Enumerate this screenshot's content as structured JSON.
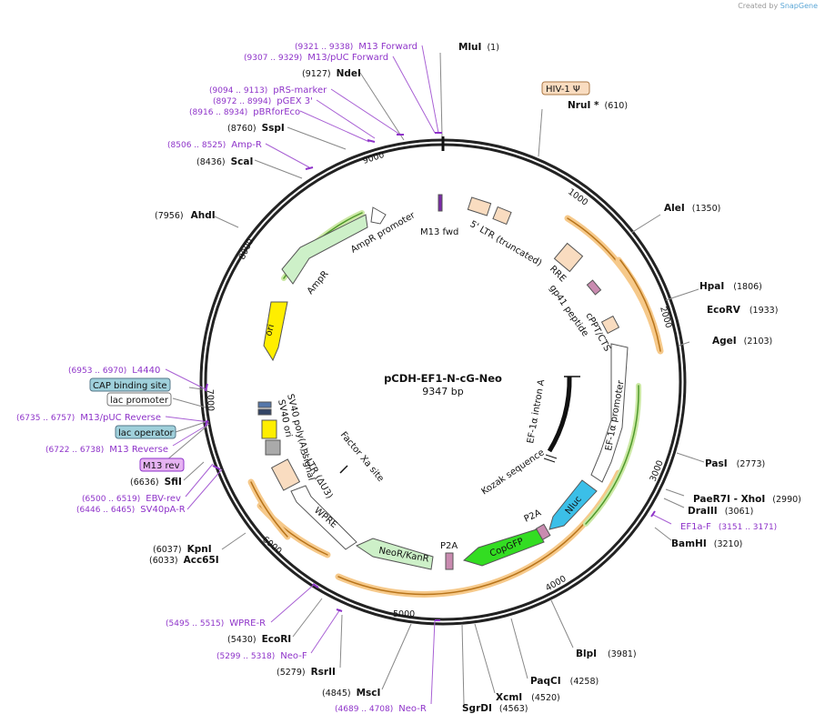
{
  "credit": {
    "prefix": "Created by",
    "brand": "SnapGene"
  },
  "plasmid": {
    "name": "pCDH-EF1-N-cG-Neo",
    "length_label": "9347 bp",
    "length": 9347
  },
  "ticks": [
    "1000",
    "2000",
    "3000",
    "4000",
    "5000",
    "6000",
    "7000",
    "8000",
    "9000"
  ],
  "sites": [
    {
      "name": "MluI",
      "pos": "(1)"
    },
    {
      "name": "NruI *",
      "pos": "(610)"
    },
    {
      "name": "AleI",
      "pos": "(1350)"
    },
    {
      "name": "HpaI",
      "pos": "(1806)"
    },
    {
      "name": "EcoRV",
      "pos": "(1933)"
    },
    {
      "name": "AgeI",
      "pos": "(2103)"
    },
    {
      "name": "PasI",
      "pos": "(2773)"
    },
    {
      "name": "PaeR7I - XhoI",
      "pos": "(2990)"
    },
    {
      "name": "DraIII",
      "pos": "(3061)"
    },
    {
      "name": "BamHI",
      "pos": "(3210)"
    },
    {
      "name": "BlpI",
      "pos": "(3981)"
    },
    {
      "name": "PaqCI",
      "pos": "(4258)"
    },
    {
      "name": "XcmI",
      "pos": "(4520)"
    },
    {
      "name": "SgrDI",
      "pos": "(4563)"
    },
    {
      "name": "MscI",
      "pos": "(4845)"
    },
    {
      "name": "RsrII",
      "pos": "(5279)"
    },
    {
      "name": "EcoRI",
      "pos": "(5430)"
    },
    {
      "name": "KpnI",
      "pos": "(6037)"
    },
    {
      "name": "Acc65I",
      "pos": "(6033)"
    },
    {
      "name": "SfiI",
      "pos": "(6636)"
    },
    {
      "name": "AhdI",
      "pos": "(7956)"
    },
    {
      "name": "ScaI",
      "pos": "(8436)"
    },
    {
      "name": "SspI",
      "pos": "(8760)"
    },
    {
      "name": "NdeI",
      "pos": "(9127)"
    }
  ],
  "primers": [
    {
      "name": "M13 Forward",
      "pos": "(9321 .. 9338)"
    },
    {
      "name": "M13/pUC Forward",
      "pos": "(9307 .. 9329)"
    },
    {
      "name": "pRS-marker",
      "pos": "(9094 .. 9113)"
    },
    {
      "name": "pGEX 3'",
      "pos": "(8972 .. 8994)"
    },
    {
      "name": "pBRforEco",
      "pos": "(8916 .. 8934)"
    },
    {
      "name": "Amp-R",
      "pos": "(8506 .. 8525)"
    },
    {
      "name": "L4440",
      "pos": "(6953 .. 6970)"
    },
    {
      "name": "M13/pUC Reverse",
      "pos": "(6735 .. 6757)"
    },
    {
      "name": "M13 Reverse",
      "pos": "(6722 .. 6738)"
    },
    {
      "name": "EBV-rev",
      "pos": "(6500 .. 6519)"
    },
    {
      "name": "SV40pA-R",
      "pos": "(6446 .. 6465)"
    },
    {
      "name": "EF1a-F",
      "pos": "(3151 .. 3171)"
    },
    {
      "name": "WPRE-R",
      "pos": "(5495 .. 5515)"
    },
    {
      "name": "Neo-F",
      "pos": "(5299 .. 5318)"
    },
    {
      "name": "Neo-R",
      "pos": "(4689 .. 4708)"
    }
  ],
  "boxed_labels": [
    {
      "name": "HIV-1 Ψ",
      "fill": "#f9dcc0"
    },
    {
      "name": "CAP binding site",
      "fill": "#9fd0db"
    },
    {
      "name": "lac promoter",
      "fill": "#ffffff"
    },
    {
      "name": "lac operator",
      "fill": "#9fd0db"
    },
    {
      "name": "M13 rev",
      "fill": "#e6b3f2"
    }
  ],
  "features": [
    "5' LTR (truncated)",
    "RRE",
    "gp41 peptide",
    "cPPT/CTS",
    "EF-1α promoter",
    "EF-1α intron A",
    "Kozak sequence",
    "Nluc",
    "P2A",
    "CopGFP",
    "P2A",
    "NeoR/KanR",
    "WPRE",
    "3' LTR (ΔU3)",
    "Factor Xa site",
    "SV40 poly(A) signal",
    "SV40 ori",
    "ori",
    "AmpR",
    "AmpR promoter",
    "M13 fwd"
  ],
  "colors": {
    "primer": "#8e33c9",
    "orf_glow": "#f4b350",
    "backbone": "#222222"
  }
}
